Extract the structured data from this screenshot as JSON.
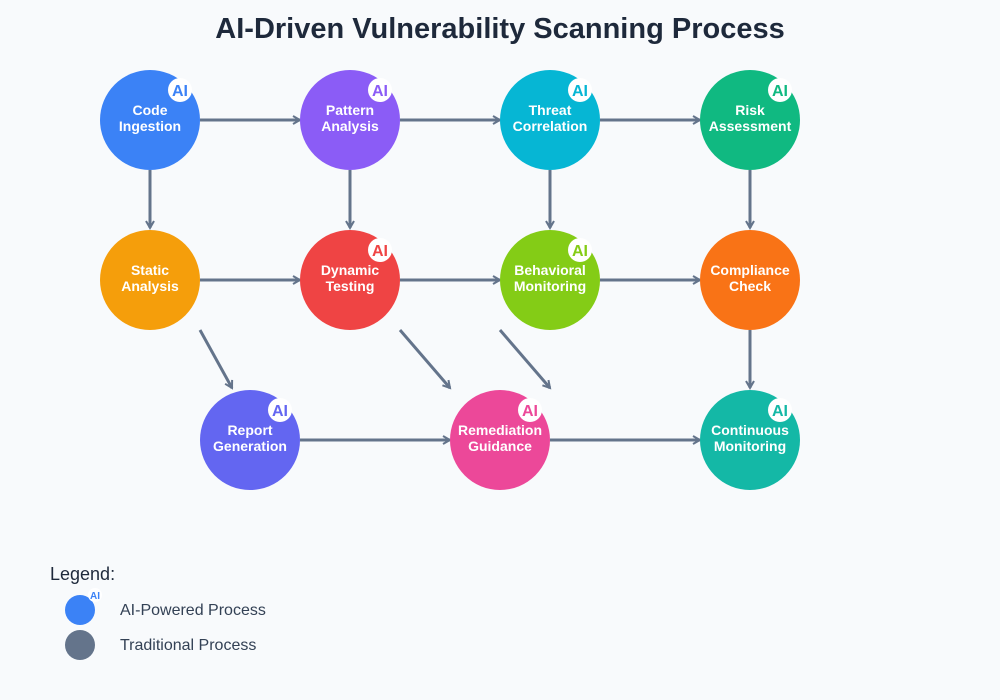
{
  "title": "AI-Driven Vulnerability Scanning Process",
  "arrow_color": "#64748b",
  "nodes": [
    {
      "id": "code-ingestion",
      "lines": [
        "Code",
        "Ingestion"
      ],
      "color": "#3b82f6",
      "ai": true,
      "row": 0,
      "col": 0
    },
    {
      "id": "pattern-analysis",
      "lines": [
        "Pattern",
        "Analysis"
      ],
      "color": "#8b5cf6",
      "ai": true,
      "row": 0,
      "col": 1
    },
    {
      "id": "threat-correlation",
      "lines": [
        "Threat",
        "Correlation"
      ],
      "color": "#06b6d4",
      "ai": true,
      "row": 0,
      "col": 2
    },
    {
      "id": "risk-assessment",
      "lines": [
        "Risk",
        "Assessment"
      ],
      "color": "#10b981",
      "ai": true,
      "row": 0,
      "col": 3
    },
    {
      "id": "static-analysis",
      "lines": [
        "Static",
        "Analysis"
      ],
      "color": "#f59e0b",
      "ai": false,
      "row": 1,
      "col": 0
    },
    {
      "id": "dynamic-testing",
      "lines": [
        "Dynamic",
        "Testing"
      ],
      "color": "#ef4444",
      "ai": true,
      "row": 1,
      "col": 1
    },
    {
      "id": "behavioral-monitoring",
      "lines": [
        "Behavioral",
        "Monitoring"
      ],
      "color": "#84cc16",
      "ai": true,
      "row": 1,
      "col": 2
    },
    {
      "id": "compliance-check",
      "lines": [
        "Compliance",
        "Check"
      ],
      "color": "#f97316",
      "ai": false,
      "row": 1,
      "col": 3
    },
    {
      "id": "report-generation",
      "lines": [
        "Report",
        "Generation"
      ],
      "color": "#6366f1",
      "ai": true,
      "row": 2,
      "col": 0.5
    },
    {
      "id": "remediation-guidance",
      "lines": [
        "Remediation",
        "Guidance"
      ],
      "color": "#ec4899",
      "ai": true,
      "row": 2,
      "col": 1.75
    },
    {
      "id": "continuous-monitoring",
      "lines": [
        "Continuous",
        "Monitoring"
      ],
      "color": "#14b8a6",
      "ai": true,
      "row": 2,
      "col": 3
    }
  ],
  "edges": [
    [
      "code-ingestion",
      "pattern-analysis"
    ],
    [
      "pattern-analysis",
      "threat-correlation"
    ],
    [
      "threat-correlation",
      "risk-assessment"
    ],
    [
      "code-ingestion",
      "static-analysis"
    ],
    [
      "pattern-analysis",
      "dynamic-testing"
    ],
    [
      "threat-correlation",
      "behavioral-monitoring"
    ],
    [
      "risk-assessment",
      "compliance-check"
    ],
    [
      "static-analysis",
      "dynamic-testing"
    ],
    [
      "dynamic-testing",
      "behavioral-monitoring"
    ],
    [
      "behavioral-monitoring",
      "compliance-check"
    ],
    [
      "static-analysis",
      "report-generation"
    ],
    [
      "dynamic-testing",
      "remediation-guidance"
    ],
    [
      "behavioral-monitoring",
      "remediation-guidance"
    ],
    [
      "compliance-check",
      "continuous-monitoring"
    ],
    [
      "report-generation",
      "remediation-guidance"
    ],
    [
      "remediation-guidance",
      "continuous-monitoring"
    ]
  ],
  "ai_badge": "AI",
  "legend": {
    "title": "Legend:",
    "items": [
      {
        "label": "AI-Powered Process",
        "color": "#3b82f6",
        "ai": true
      },
      {
        "label": "Traditional Process",
        "color": "#64748b",
        "ai": false
      }
    ]
  }
}
